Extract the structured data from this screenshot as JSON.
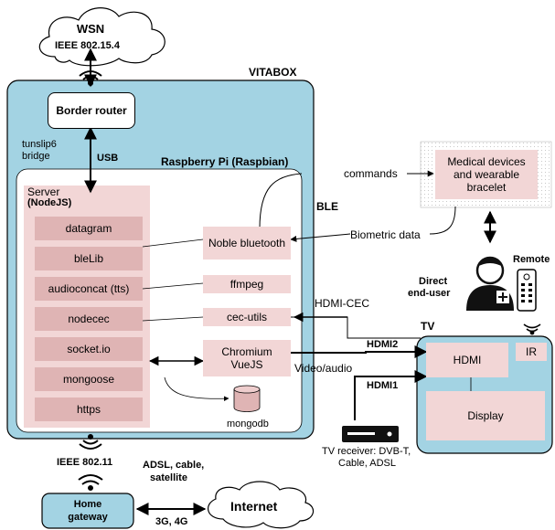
{
  "wsn": {
    "title": "WSN",
    "subtitle": "IEEE 802.15.4"
  },
  "vitabox": {
    "title": "VITABOX"
  },
  "border_router": "Border router",
  "link_labels": {
    "tunslip": "tunslip6",
    "bridge": "bridge",
    "usb": "USB",
    "commands": "commands",
    "ble": "BLE",
    "biometric": "Biometric data",
    "hdmi_cec": "HDMI-CEC",
    "hdmi2": "HDMI2",
    "video_audio": "Video/audio",
    "hdmi1": "HDMI1",
    "ieee80211": "IEEE 802.11",
    "adsl1": "ADSL, cable,",
    "adsl2": "satellite",
    "mobile": "3G, 4G"
  },
  "raspberry": {
    "title": "Raspberry Pi (Raspbian)"
  },
  "server": {
    "title": "Server",
    "subtitle": "(NodeJS)",
    "modules": [
      "datagram",
      "bleLib",
      "audioconcat (tts)",
      "nodecec",
      "socket.io",
      "mongoose",
      "https"
    ]
  },
  "components": {
    "noble": "Noble bluetooth",
    "ffmpeg": "ffmpeg",
    "cec": "cec-utils",
    "chromium1": "Chromium",
    "chromium2": "VueJS",
    "mongodb": "mongodb"
  },
  "medical": "Medical devices and wearable bracelet",
  "user": {
    "remote": "Remote",
    "direct1": "Direct",
    "direct2": "end-user"
  },
  "tv": {
    "title": "TV",
    "hdmi": "HDMI",
    "ir": "IR",
    "display": "Display"
  },
  "receiver": {
    "line1": "TV receiver: DVB-T,",
    "line2": "Cable, ADSL"
  },
  "home_gateway": "Home gateway",
  "internet": "Internet",
  "colors": {
    "vitabox_fill": "#a3d3e3",
    "module_fill": "#dfb4b4",
    "panel_fill": "#f2d6d6",
    "user_icon": "#111111"
  }
}
